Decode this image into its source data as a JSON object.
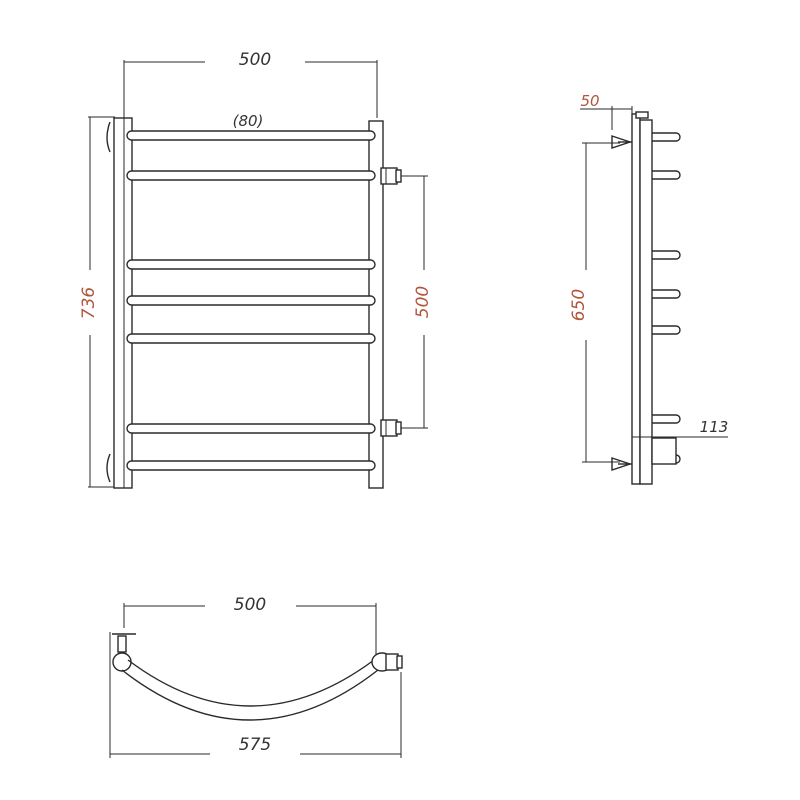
{
  "colors": {
    "line": "#2a2a2a",
    "dim_dark": "#333333",
    "dim_accent": "#b0553a"
  },
  "front_view": {
    "width_dim": "500",
    "rung_pitch": "(80)",
    "height_dim": "736",
    "connection_dim": "500"
  },
  "side_view": {
    "top_offset_dim": "50",
    "mount_height_dim": "650",
    "depth_dim": "113"
  },
  "top_view": {
    "inner_width_dim": "500",
    "overall_width_dim": "575"
  }
}
